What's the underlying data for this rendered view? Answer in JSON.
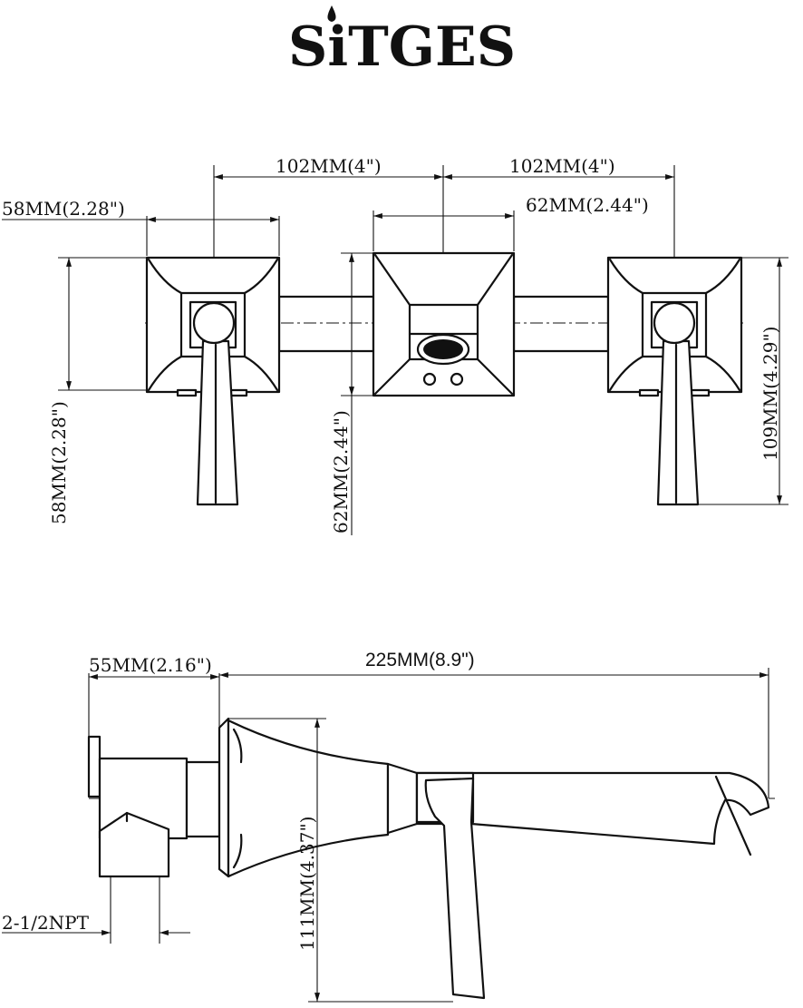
{
  "brand": {
    "logo_text": "SiTGES"
  },
  "front_view": {
    "dims": {
      "spacing_left": "102MM(4\")",
      "spacing_right": "102MM(4\")",
      "handle_plate_width": "58MM(2.28\")",
      "center_plate_width": "62MM(2.44\")",
      "handle_plate_height": "58MM(2.28\")",
      "center_plate_height": "62MM(2.44\")",
      "overall_height": "109MM(4.29\")"
    }
  },
  "side_view": {
    "dims": {
      "wall_depth": "55MM(2.16\")",
      "spout_reach": "225MM(8.9\")",
      "flange_height": "111MM(4.37\")",
      "inlet": "2-1/2NPT"
    }
  }
}
